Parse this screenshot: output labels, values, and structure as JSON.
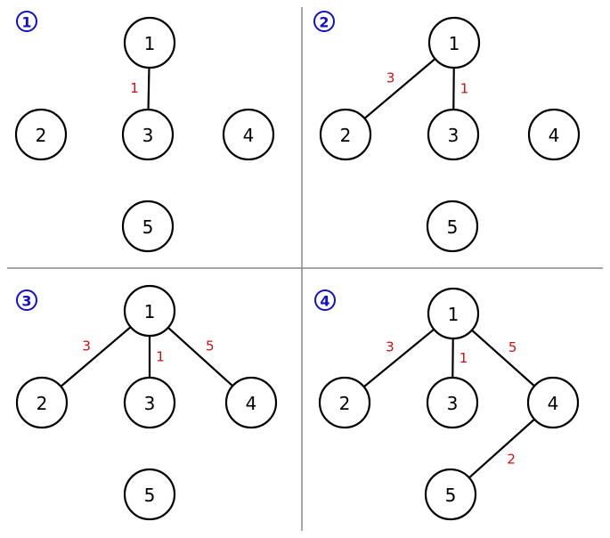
{
  "colors": {
    "step_marker": "#1010c8",
    "weight_text": "#cc1010",
    "divider": "#8a8a8a"
  },
  "panels": [
    {
      "step_label": "1",
      "nodes": [
        {
          "id": "1",
          "label": "1"
        },
        {
          "id": "2",
          "label": "2"
        },
        {
          "id": "3",
          "label": "3"
        },
        {
          "id": "4",
          "label": "4"
        },
        {
          "id": "5",
          "label": "5"
        }
      ],
      "edges": [
        {
          "from": "1",
          "to": "3",
          "weight": "1"
        }
      ]
    },
    {
      "step_label": "2",
      "nodes": [
        {
          "id": "1",
          "label": "1"
        },
        {
          "id": "2",
          "label": "2"
        },
        {
          "id": "3",
          "label": "3"
        },
        {
          "id": "4",
          "label": "4"
        },
        {
          "id": "5",
          "label": "5"
        }
      ],
      "edges": [
        {
          "from": "1",
          "to": "2",
          "weight": "3"
        },
        {
          "from": "1",
          "to": "3",
          "weight": "1"
        }
      ]
    },
    {
      "step_label": "3",
      "nodes": [
        {
          "id": "1",
          "label": "1"
        },
        {
          "id": "2",
          "label": "2"
        },
        {
          "id": "3",
          "label": "3"
        },
        {
          "id": "4",
          "label": "4"
        },
        {
          "id": "5",
          "label": "5"
        }
      ],
      "edges": [
        {
          "from": "1",
          "to": "2",
          "weight": "3"
        },
        {
          "from": "1",
          "to": "3",
          "weight": "1"
        },
        {
          "from": "1",
          "to": "4",
          "weight": "5"
        }
      ]
    },
    {
      "step_label": "4",
      "nodes": [
        {
          "id": "1",
          "label": "1"
        },
        {
          "id": "2",
          "label": "2"
        },
        {
          "id": "3",
          "label": "3"
        },
        {
          "id": "4",
          "label": "4"
        },
        {
          "id": "5",
          "label": "5"
        }
      ],
      "edges": [
        {
          "from": "1",
          "to": "2",
          "weight": "3"
        },
        {
          "from": "1",
          "to": "3",
          "weight": "1"
        },
        {
          "from": "1",
          "to": "4",
          "weight": "5"
        },
        {
          "from": "4",
          "to": "5",
          "weight": "2"
        }
      ]
    }
  ]
}
